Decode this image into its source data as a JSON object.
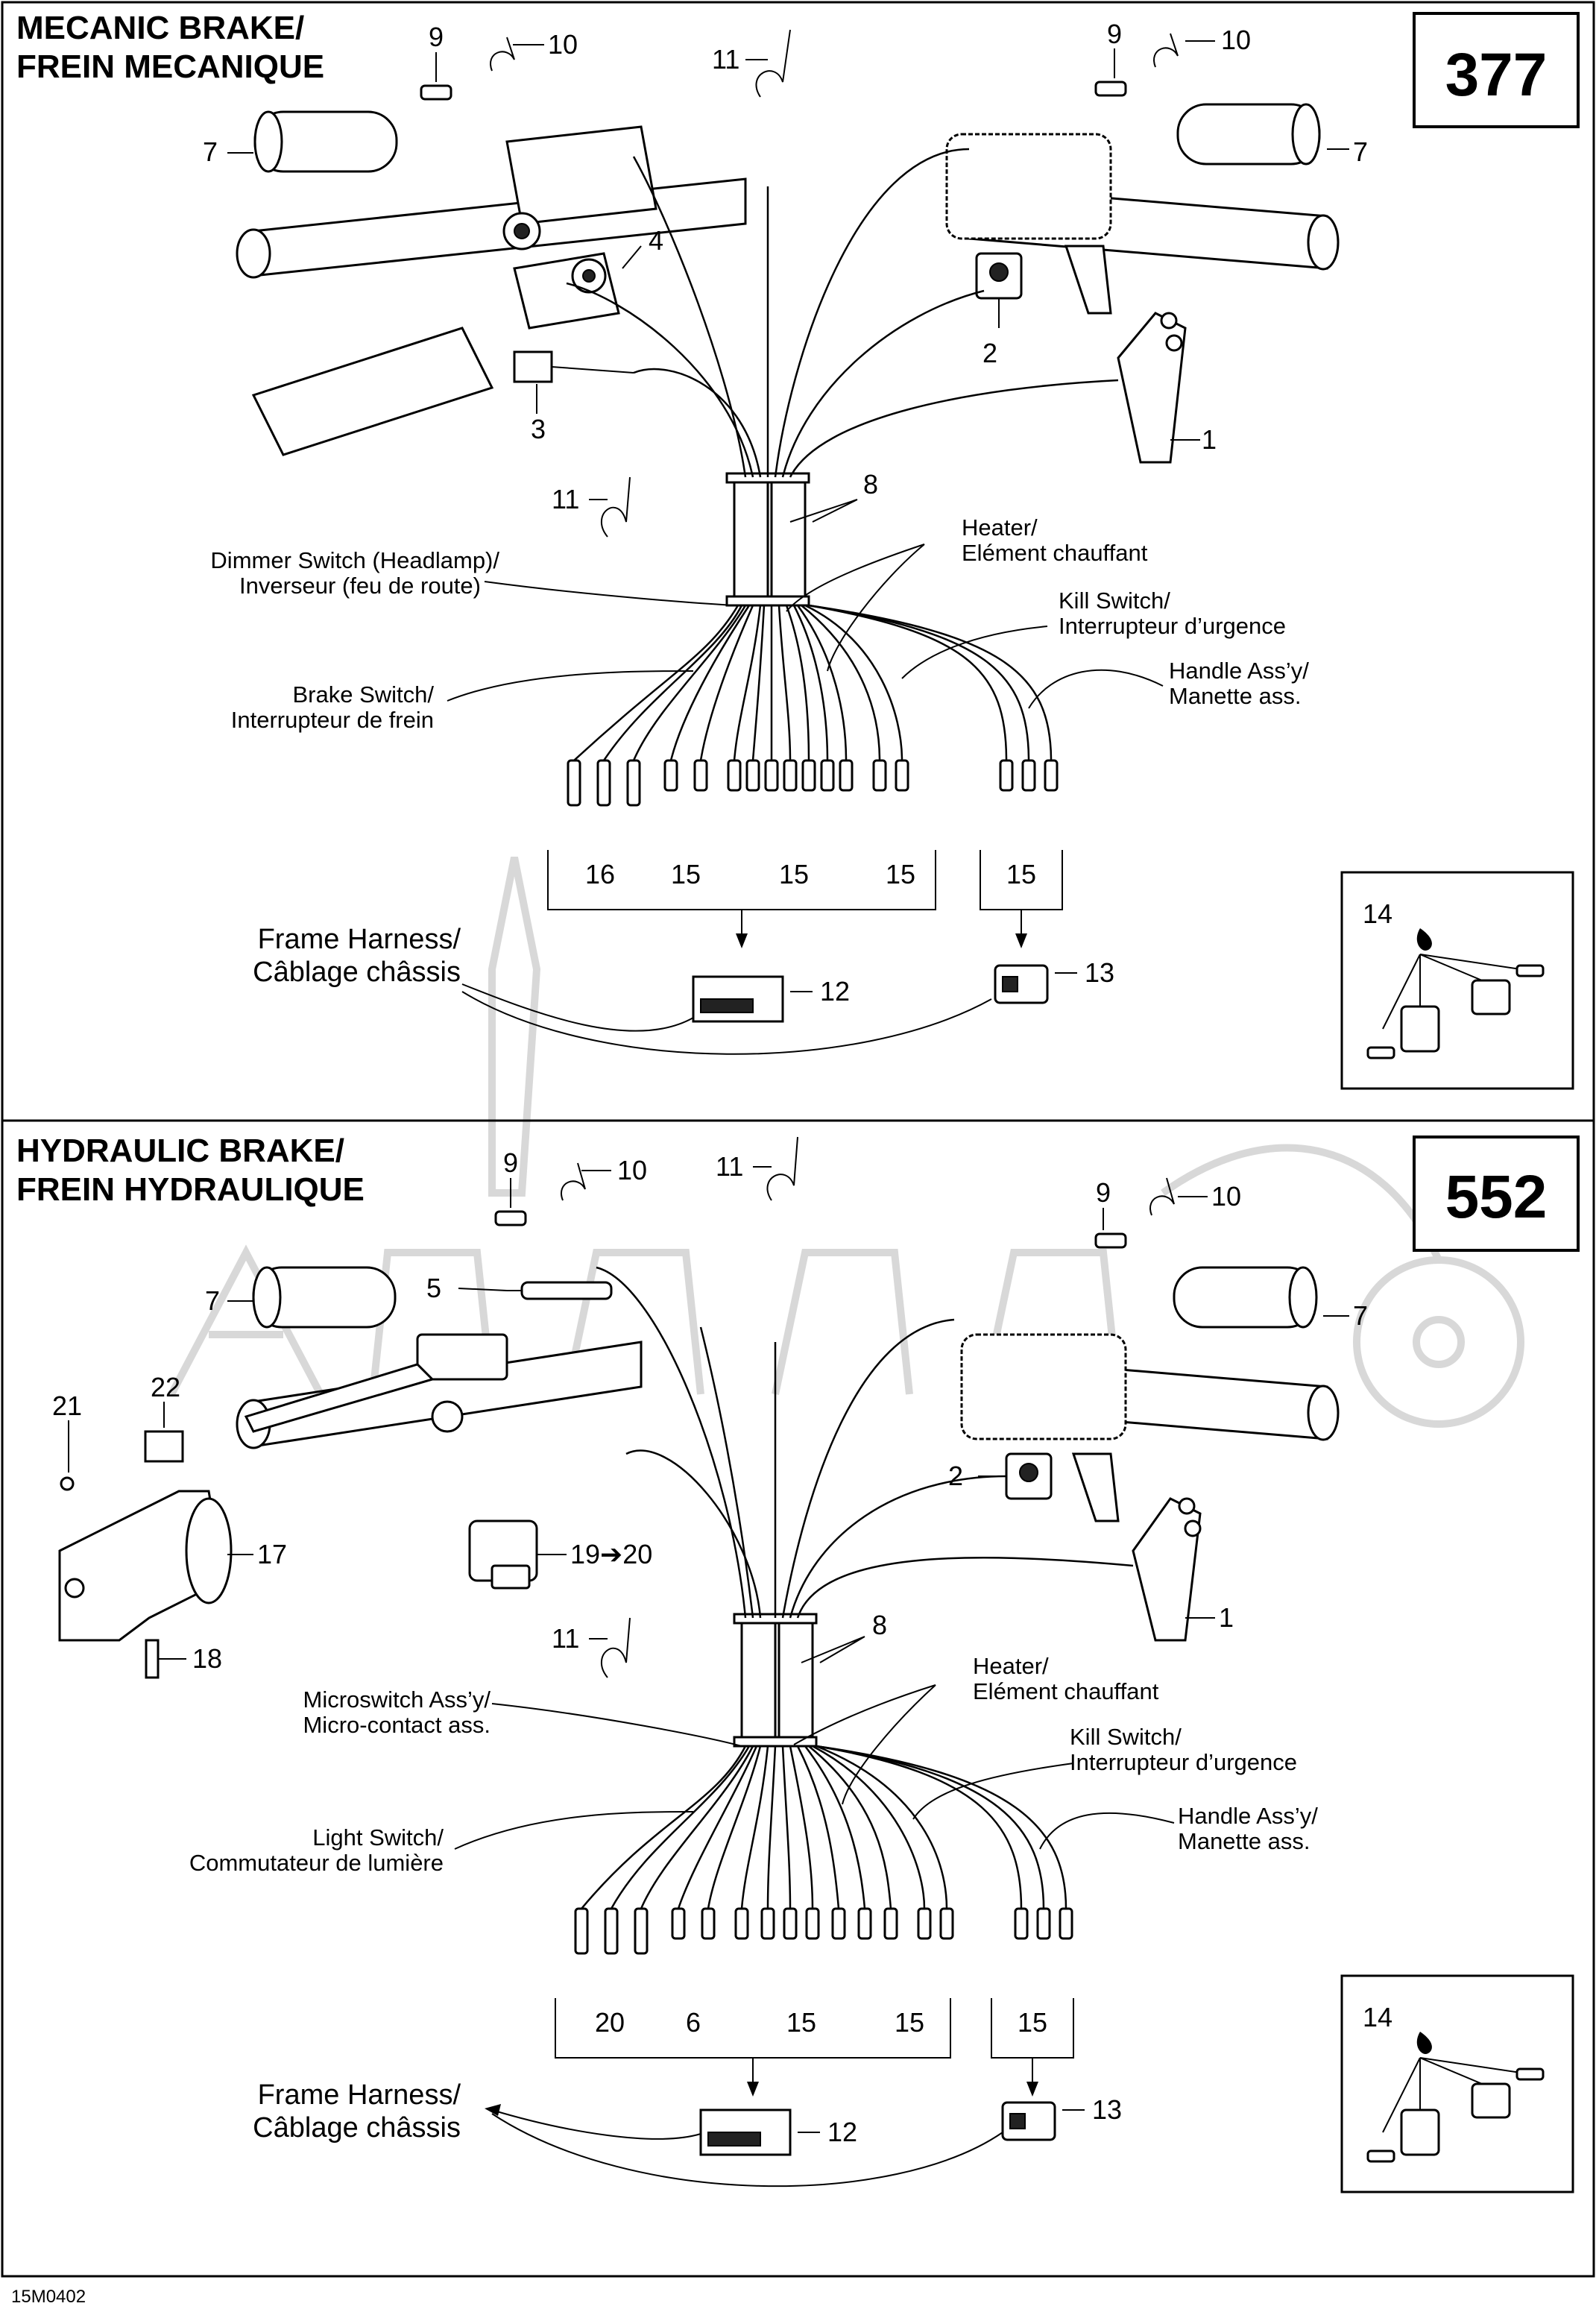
{
  "top": {
    "title_line1": "MECANIC BRAKE/",
    "title_line2": "FREIN MECANIQUE",
    "model_number": "377",
    "labels": {
      "l1": "1",
      "l2": "2",
      "l3": "3",
      "l4": "4",
      "l7a": "7",
      "l7b": "7",
      "l8": "8",
      "l9a": "9",
      "l9b": "9",
      "l10a": "10",
      "l10b": "10",
      "l11a": "11",
      "l11b": "11",
      "l12": "12",
      "l13": "13",
      "l14": "14",
      "g16": "16",
      "g15a": "15",
      "g15b": "15",
      "g15c": "15",
      "g15d": "15"
    },
    "callouts": {
      "heater_en": "Heater/",
      "heater_fr": "Elément chauffant",
      "dimmer_en": "Dimmer Switch (Headlamp)/",
      "dimmer_fr": "Inverseur (feu de route)",
      "kill_en": "Kill Switch/",
      "kill_fr": "Interrupteur d’urgence",
      "brake_en": "Brake Switch/",
      "brake_fr": "Interrupteur de frein",
      "handle_en": "Handle Ass’y/",
      "handle_fr": "Manette ass.",
      "frame_en": "Frame Harness/",
      "frame_fr": "Câblage châssis"
    }
  },
  "bottom": {
    "title_line1": "HYDRAULIC BRAKE/",
    "title_line2": "FREIN HYDRAULIQUE",
    "model_number": "552",
    "labels": {
      "l1": "1",
      "l2": "2",
      "l5": "5",
      "l7a": "7",
      "l7b": "7",
      "l8": "8",
      "l9a": "9",
      "l9b": "9",
      "l10a": "10",
      "l10b": "10",
      "l11a": "11",
      "l11b": "11",
      "l12": "12",
      "l13": "13",
      "l14": "14",
      "l17": "17",
      "l18": "18",
      "l19": "19➔20",
      "l21": "21",
      "l22": "22",
      "g20": "20",
      "g6": "6",
      "g15a": "15",
      "g15b": "15",
      "g15c": "15"
    },
    "callouts": {
      "heater_en": "Heater/",
      "heater_fr": "Elément chauffant",
      "micro_en": "Microswitch Ass’y/",
      "micro_fr": "Micro-contact ass.",
      "kill_en": "Kill Switch/",
      "kill_fr": "Interrupteur d’urgence",
      "light_en": "Light Switch/",
      "light_fr": "Commutateur de lumière",
      "handle_en": "Handle Ass’y/",
      "handle_fr": "Manette ass.",
      "frame_en": "Frame Harness/",
      "frame_fr": "Câblage châssis"
    }
  },
  "figure_code": "15M0402"
}
